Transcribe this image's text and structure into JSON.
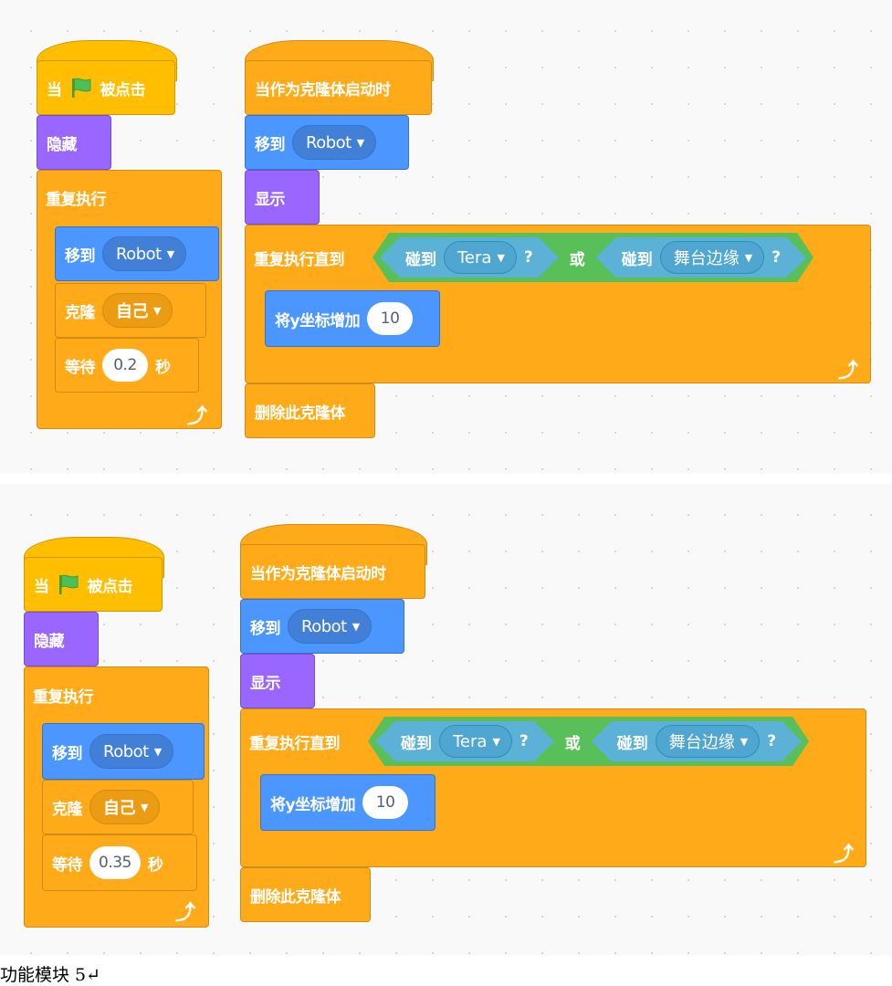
{
  "scripts": [
    {
      "left": {
        "hat_when": "当",
        "hat_clicked": "被点击",
        "hide": "隐藏",
        "forever": "重复执行",
        "goto": "移到",
        "goto_target": "Robot",
        "clone": "克隆",
        "clone_target": "自己",
        "wait": "等待",
        "wait_value": "0.2",
        "wait_unit": "秒"
      },
      "right": {
        "hat": "当作为克隆体启动时",
        "goto": "移到",
        "goto_target": "Robot",
        "show": "显示",
        "repeat_until": "重复执行直到",
        "touch1": "碰到",
        "touch1_target": "Tera",
        "q1": "?",
        "or": "或",
        "touch2": "碰到",
        "touch2_target": "舞台边缘",
        "q2": "?",
        "change_y": "将y坐标增加",
        "change_y_value": "10",
        "delete_clone": "删除此克隆体"
      }
    },
    {
      "left": {
        "hat_when": "当",
        "hat_clicked": "被点击",
        "hide": "隐藏",
        "forever": "重复执行",
        "goto": "移到",
        "goto_target": "Robot",
        "clone": "克隆",
        "clone_target": "自己",
        "wait": "等待",
        "wait_value": "0.35",
        "wait_unit": "秒"
      },
      "right": {
        "hat": "当作为克隆体启动时",
        "goto": "移到",
        "goto_target": "Robot",
        "show": "显示",
        "repeat_until": "重复执行直到",
        "touch1": "碰到",
        "touch1_target": "Tera",
        "q1": "?",
        "or": "或",
        "touch2": "碰到",
        "touch2_target": "舞台边缘",
        "q2": "?",
        "change_y": "将y坐标增加",
        "change_y_value": "10",
        "delete_clone": "删除此克隆体"
      }
    }
  ],
  "colors": {
    "event": "#ffbf00",
    "control": "#ffab19",
    "motion": "#4c97ff",
    "looks": "#9966ff",
    "sensing": "#5cb1d6",
    "operator": "#59c059",
    "flag": "#4cbf56"
  },
  "icons": {
    "flag": "green-flag-icon",
    "loop_arrow": "loop-arrow-icon",
    "dropdown": "caret-down-icon"
  },
  "caption": "功能模块 5↵"
}
